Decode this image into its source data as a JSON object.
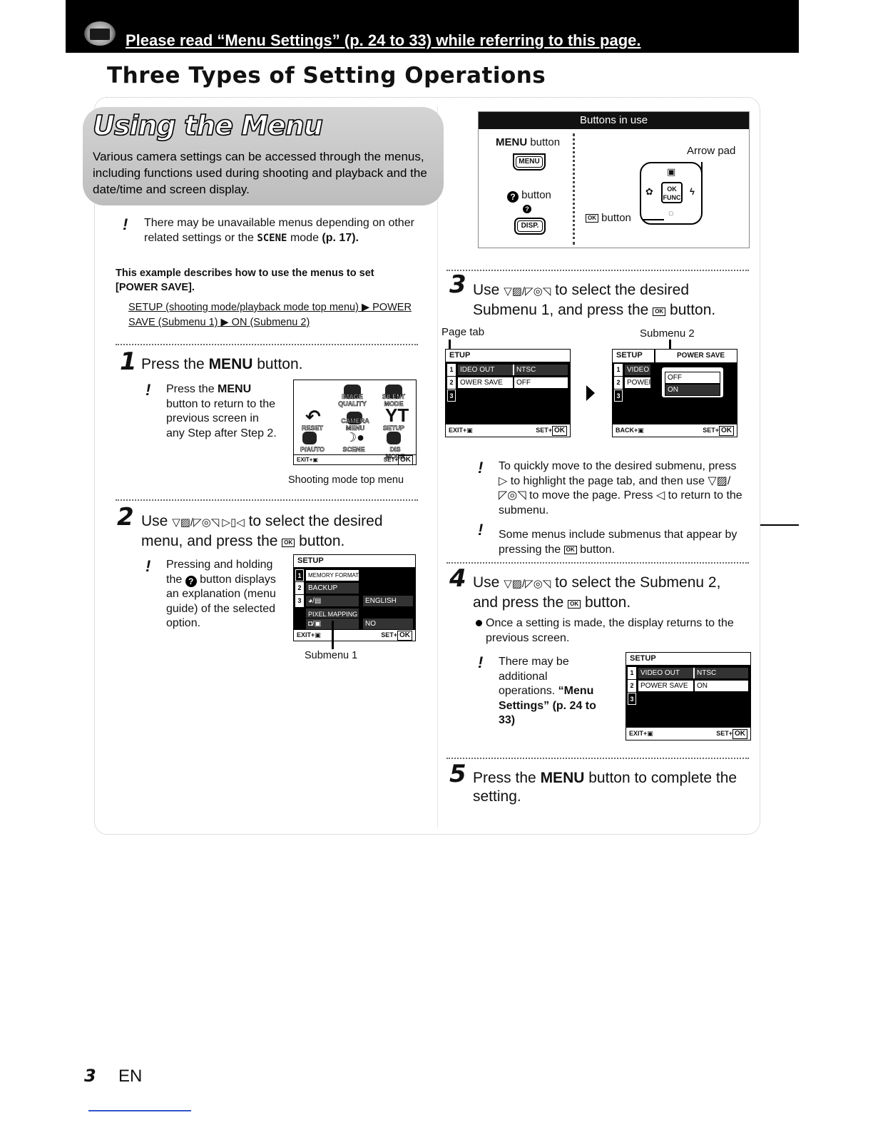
{
  "banner": {
    "text": "Please read “Menu Settings” (p. 24 to 33) while referring to this page."
  },
  "page_title": "Three Types of Setting Operations",
  "intro": {
    "heading": "Using the Menu",
    "description": "Various camera settings can be accessed through the menus, including functions used during shooting and playback and the date/time and screen display."
  },
  "note_unavailable": {
    "pre": "There may be unavailable menus depending on other related settings or the",
    "scene": "SCENE",
    "mode": "mode",
    "ref": "(p. 17)."
  },
  "example": {
    "title": "This example describes how to use the menus to set [POWER SAVE].",
    "path": "SETUP (shooting mode/playback mode top menu) ▶ POWER SAVE (Submenu 1) ▶ ON (Submenu 2)"
  },
  "buttons_panel": {
    "title": "Buttons in use",
    "menu_button_label": "button",
    "menu_button_bold": "MENU",
    "menu_key": "MENU",
    "help_button_label": "button",
    "help_glyph": "?",
    "disp_key": "DISP.",
    "ok_button_label": "button",
    "arrow_pad_label": "Arrow pad",
    "ok_key_top": "OK",
    "ok_key_bottom": "FUNC"
  },
  "step1": {
    "num": "1",
    "pre": "Press the",
    "bold": "MENU",
    "post": "button.",
    "note_pre": "Press the",
    "note_bold": "MENU",
    "note_post": "button to return to the previous screen in any Step after Step 2.",
    "caption": "Shooting mode top menu",
    "topmenu": {
      "labels": [
        "IMAGE QUALITY",
        "SILENT MODE",
        "RESET",
        "CAMERA MENU",
        "SETUP",
        "P/AUTO",
        "SCENE",
        "DIS MODE"
      ],
      "exit": "EXIT",
      "set": "SET",
      "ok": "OK"
    }
  },
  "step2": {
    "num": "2",
    "pre": "Use",
    "glyphs": "▽▨/◸◎◹ ▷▯◁",
    "post1": "to select the desired",
    "post2": "menu, and press the",
    "post3": "button.",
    "note_pre": "Pressing and holding the",
    "note_post": "button displays an explanation (menu guide) of the selected option.",
    "caption": "Submenu 1",
    "screen": {
      "header": "SETUP",
      "rows": [
        {
          "tab": "1",
          "label": "MEMORY FORMAT",
          "value": ""
        },
        {
          "tab": "2",
          "label": "BACKUP",
          "value": ""
        },
        {
          "tab": "3",
          "label": "◕/▤",
          "value": "ENGLISH"
        },
        {
          "tab": "",
          "label": "PIXEL MAPPING",
          "value": ""
        },
        {
          "tab": "",
          "label": "◘/▣",
          "value": "NO"
        }
      ],
      "exit": "EXIT",
      "set": "SET",
      "ok": "OK"
    }
  },
  "step3": {
    "num": "3",
    "line1_pre": "Use",
    "line1_post": "to select the desired",
    "line2_pre": "Submenu 1, and press the",
    "line2_post": "button.",
    "page_tab_label": "Page tab",
    "submenu2_label": "Submenu 2",
    "screen_a": {
      "header": "ETUP",
      "rows": [
        {
          "tab": "1",
          "label": "IDEO OUT",
          "value": "NTSC"
        },
        {
          "tab": "2",
          "label": "OWER SAVE",
          "value": "OFF"
        }
      ],
      "exit": "EXIT",
      "set": "SET",
      "ok": "OK"
    },
    "screen_b": {
      "header": "SETUP",
      "title_right": "POWER SAVE",
      "rows": [
        {
          "tab": "1",
          "label": "VIDEO"
        },
        {
          "tab": "2",
          "label": "POWEF"
        }
      ],
      "options": [
        "OFF",
        "ON"
      ],
      "back": "BACK",
      "set": "SET",
      "ok": "OK"
    },
    "note1": "To quickly move to the desired submenu, press ▷ to highlight the page tab, and then use ▽▨/◸◎◹ to move the page. Press ◁ to return to the submenu.",
    "note2_pre": "Some menus include submenus that appear by pressing the",
    "note2_post": "button."
  },
  "step4": {
    "num": "4",
    "line1_pre": "Use",
    "line1_post": "to select the Submenu 2,",
    "line2_pre": "and press the",
    "line2_post": "button.",
    "bullet": "Once a setting is made, the display returns to the previous screen.",
    "note_pre": "There may be additional operations.",
    "note_bold": "“Menu Settings” (p. 24 to 33)",
    "screen": {
      "header": "SETUP",
      "rows": [
        {
          "tab": "1",
          "label": "VIDEO OUT",
          "value": "NTSC"
        },
        {
          "tab": "2",
          "label": "POWER SAVE",
          "value": "ON"
        }
      ],
      "exit": "EXIT",
      "set": "SET",
      "ok": "OK"
    }
  },
  "step5": {
    "num": "5",
    "pre": "Press the",
    "bold": "MENU",
    "post": "button to complete the setting."
  },
  "footer": {
    "page": "3",
    "lang": "EN"
  }
}
